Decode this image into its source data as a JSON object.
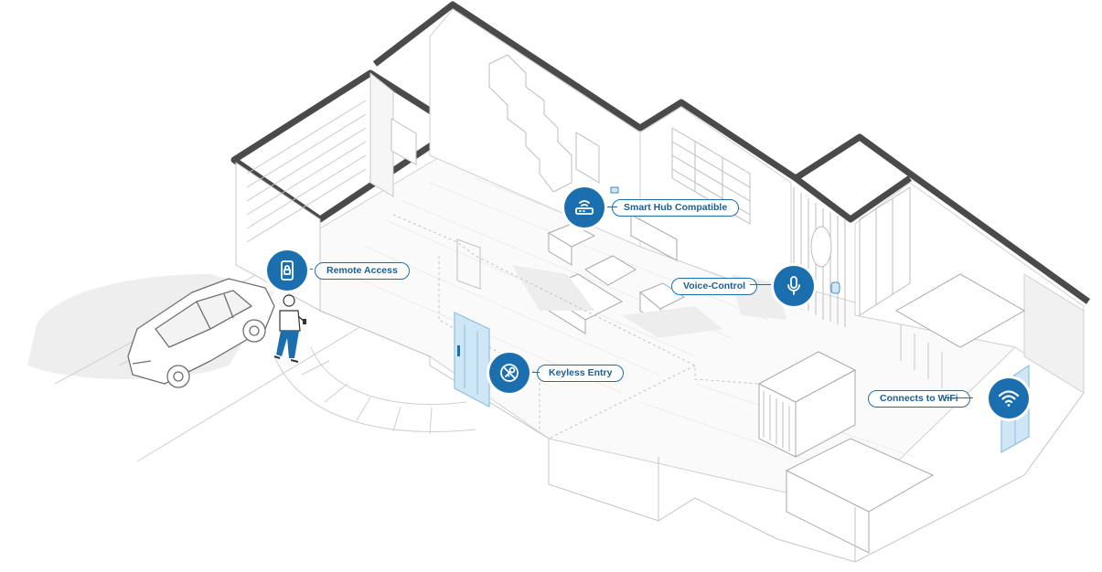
{
  "features": [
    {
      "id": "smart-hub",
      "label": "Smart Hub Compatible",
      "icon": "router-icon"
    },
    {
      "id": "remote-access",
      "label": "Remote Access",
      "icon": "phone-lock-icon"
    },
    {
      "id": "voice-control",
      "label": "Voice-Control",
      "icon": "microphone-icon"
    },
    {
      "id": "keyless-entry",
      "label": "Keyless Entry",
      "icon": "no-key-icon"
    },
    {
      "id": "wifi",
      "label": "Connects to WiFi",
      "icon": "wifi-icon"
    }
  ],
  "colors": {
    "accent": "#1b6fae",
    "door_glass": "#cfe6f5",
    "wall_top": "#4a4a4a",
    "line": "#b9b9b9"
  }
}
